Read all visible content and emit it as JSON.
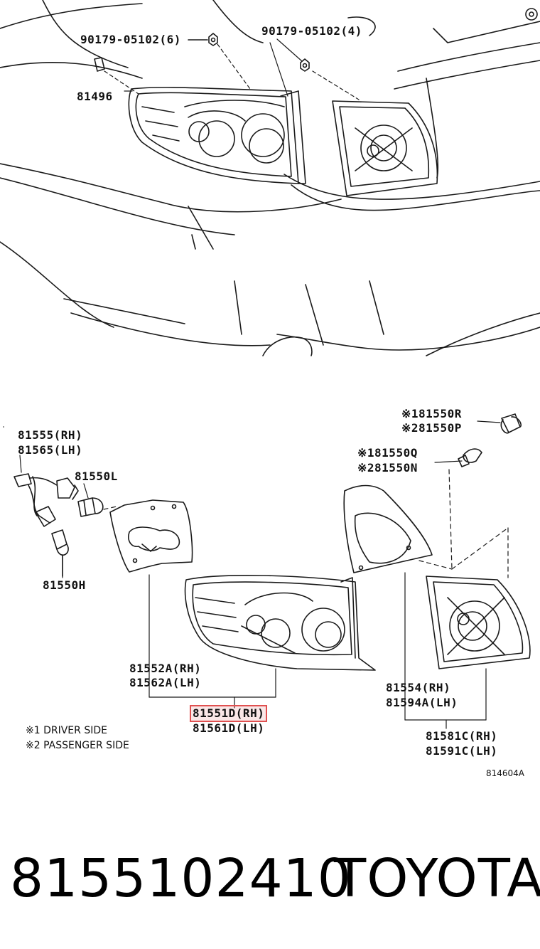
{
  "top_labels": {
    "nut_left": "90179-05102(6)",
    "nut_right": "90179-05102(4)",
    "clip": "81496"
  },
  "bottom_labels": {
    "socket_rh": "81555(RH)",
    "socket_lh": "81565(LH)",
    "bulb_l": "81550L",
    "bulb_h": "81550H",
    "bulb_r": "※181550R",
    "bulb_p": "※281550P",
    "bulb_q": "※181550Q",
    "bulb_n": "※281550N",
    "gasket_rh": "81552A(RH)",
    "gasket_lh": "81562A(LH)",
    "lamp_rh": "81551D(RH)",
    "lamp_lh": "81561D(LH)",
    "gasket2_rh": "81554(RH)",
    "gasket2_lh": "81594A(LH)",
    "lamp2_rh": "81581C(RH)",
    "lamp2_lh": "81591C(LH)"
  },
  "notes": {
    "note1": "※1  DRIVER SIDE",
    "note2": "※2  PASSENGER SIDE"
  },
  "drawing_code": "814604A",
  "footer": {
    "part_number": "8155102410",
    "brand": "TOYOTA"
  },
  "colors": {
    "highlight": "#e05050",
    "ink": "#111111"
  }
}
